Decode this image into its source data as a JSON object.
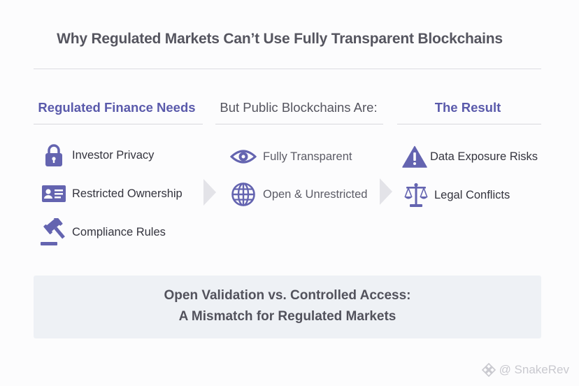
{
  "title": "Why Regulated Markets Can’t Use Fully Transparent Blockchains",
  "columns": [
    {
      "heading": "Regulated Finance Needs",
      "items": [
        {
          "label": "Investor Privacy",
          "icon": "lock-icon"
        },
        {
          "label": "Restricted Ownership",
          "icon": "id-card-icon"
        },
        {
          "label": "Compliance Rules",
          "icon": "gavel-icon"
        }
      ]
    },
    {
      "heading": "But Public Blockchains Are:",
      "items": [
        {
          "label": "Fully Transparent",
          "icon": "eye-icon"
        },
        {
          "label": "Open & Unrestricted",
          "icon": "globe-icon"
        }
      ]
    },
    {
      "heading": "The Result",
      "items": [
        {
          "label": "Data Exposure Risks",
          "icon": "warning-icon"
        },
        {
          "label": "Legal Conflicts",
          "icon": "scales-icon"
        }
      ]
    }
  ],
  "banner": {
    "line1": "Open Validation vs. Controlled Access:",
    "line2": "A Mismatch for Regulated Markets"
  },
  "watermark": "@ SnakeRev",
  "colors": {
    "accent": "#5a5aab",
    "icon": "#6464b0",
    "banner_bg": "#eef1f5",
    "chevron": "#e3e3e8"
  }
}
